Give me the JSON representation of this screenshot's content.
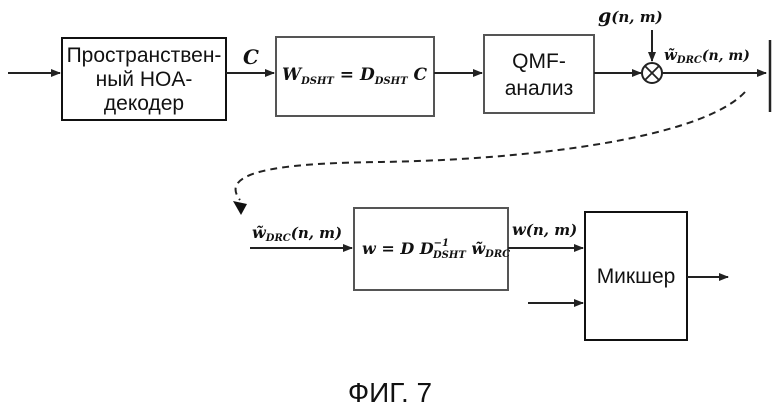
{
  "blocks": {
    "decoder": {
      "line1": "Пространствен-",
      "line2": "ный HOA-",
      "line3": "декодер"
    },
    "dsht": {
      "w": "W",
      "w_sub": "DSHT",
      "eq": " = ",
      "d": "D",
      "d_sub": "DSHT",
      "c": " C"
    },
    "qmf": {
      "line1": "QMF-",
      "line2": "анализ"
    },
    "apply": {
      "w": "w",
      "eq": " = ",
      "d": "D",
      "d2": " D",
      "d2_sup": "−1",
      "d2_sub": "DSHT",
      "wdrc": " w̃",
      "wdrc_sub": "DRC"
    },
    "mixer": {
      "label": "Микшер"
    }
  },
  "signals": {
    "c": "C",
    "g": "g",
    "g_args": "(n, m)",
    "wdrc_top": "w̃",
    "wdrc_top_sub": "DRC",
    "wdrc_top_args": "(n, m)",
    "wdrc_in": "w̃",
    "wdrc_in_sub": "DRC",
    "wdrc_in_args": "(n, m)",
    "w_out": "w",
    "w_out_args": "(n, m)"
  },
  "caption": "ФИГ. 7"
}
